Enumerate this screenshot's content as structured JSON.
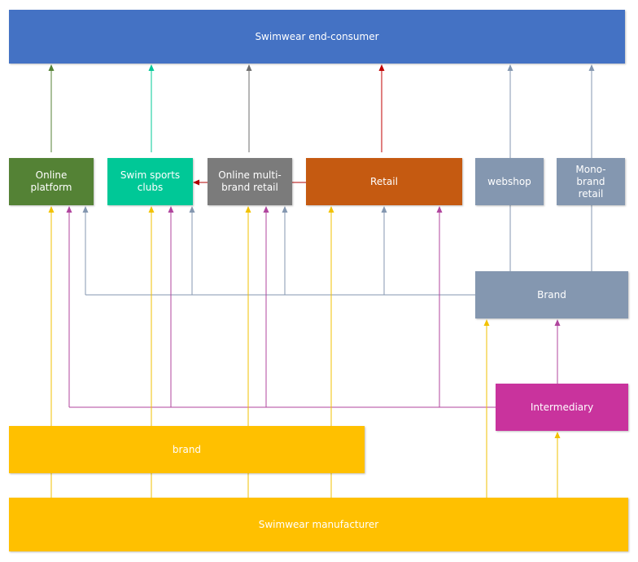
{
  "nodes": {
    "end_consumer": {
      "label": "Swimwear end-consumer",
      "color": "#4472C4"
    },
    "online_platform": {
      "label": "Online platform",
      "color": "#548235"
    },
    "swim_clubs": {
      "label": "Swim sports clubs",
      "color": "#00C897"
    },
    "online_multi": {
      "label": "Online multi-brand retail",
      "color": "#7B7B7B"
    },
    "retail": {
      "label": "Retail",
      "color": "#C55A11"
    },
    "webshop": {
      "label": "webshop",
      "color": "#8497B0"
    },
    "mono_brand": {
      "label": "Mono-brand retail",
      "color": "#8497B0"
    },
    "brand_upper": {
      "label": "Brand",
      "color": "#8497B0"
    },
    "intermediary": {
      "label": "Intermediary",
      "color": "#C9339D"
    },
    "brand_lower": {
      "label": "brand",
      "color": "#FFC000"
    },
    "manufacturer": {
      "label": "Swimwear manufacturer",
      "color": "#FFC000"
    }
  },
  "colors": {
    "green": "#548235",
    "teal": "#00C897",
    "gray": "#6E6E6E",
    "red": "#C00000",
    "slate": "#8497B0",
    "magenta": "#B0459E",
    "yellow": "#F2C200",
    "darkred": "#B00000"
  }
}
